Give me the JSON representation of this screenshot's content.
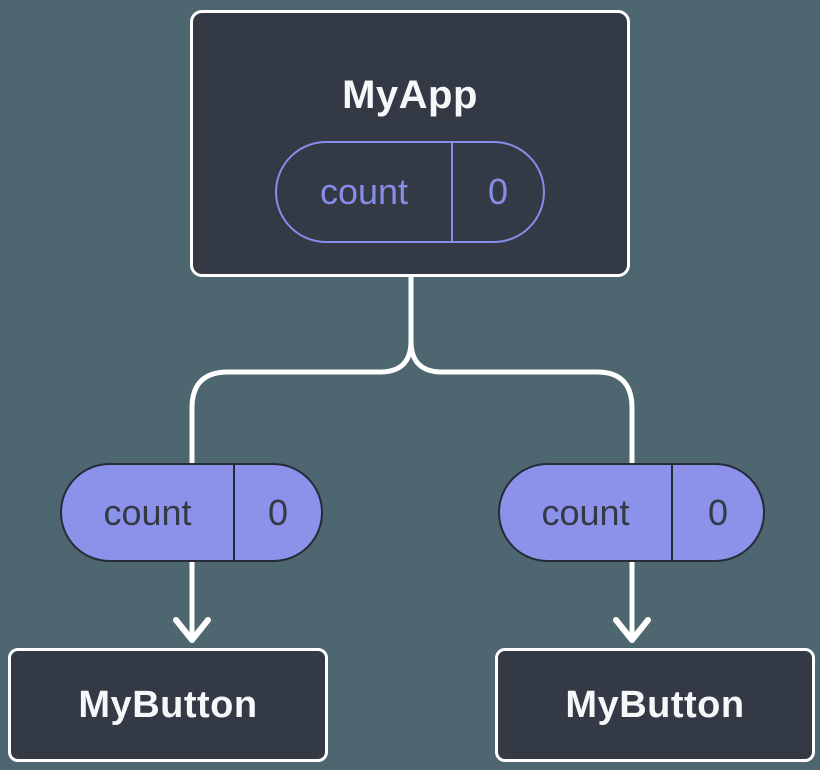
{
  "colors": {
    "background": "#4D6670",
    "node_fill": "#333A46",
    "node_border": "#FFFFFF",
    "pill_fill": "#8C92EA",
    "pill_border": "#262B36",
    "pill_text": "#333A46",
    "state_pill_stroke": "#878CE8",
    "connector": "#FFFFFF",
    "title_text": "#F6F7F9"
  },
  "diagram": {
    "type": "component-tree",
    "root": {
      "title": "MyApp",
      "prop": {
        "name": "count",
        "value": "0"
      }
    },
    "children": [
      {
        "title": "MyButton",
        "prop": {
          "name": "count",
          "value": "0"
        }
      },
      {
        "title": "MyButton",
        "prop": {
          "name": "count",
          "value": "0"
        }
      }
    ]
  }
}
